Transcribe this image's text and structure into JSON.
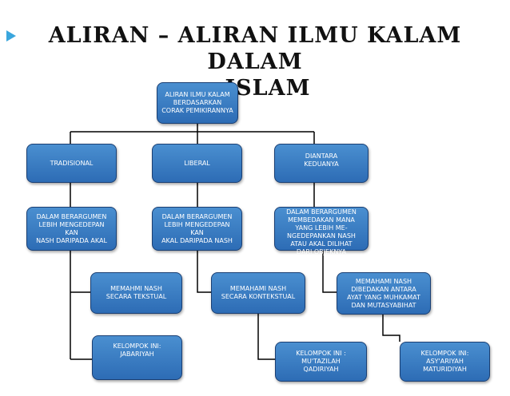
{
  "title": {
    "line1": "ALIRAN – ALIRAN ILMU KALAM DALAM",
    "line2": "ISLAM"
  },
  "colors": {
    "node_fill": "#3a7cc4",
    "node_border": "#1a3f73",
    "bullet": "#3aa6dd",
    "connector": "#000000"
  },
  "nodes": {
    "root": "ALIRAN ILMU KALAM\nBERDASARKAN\nCORAK PEMIKIRANNYA",
    "tradisional": "TRADISIONAL",
    "liberal": "LIBERAL",
    "diantara": "DIANTARA\nKEDUANYA",
    "argumen_tradisional": "DALAM BERARGUMEN\nLEBIH MENGEDEPAN\nKAN\nNASH DARIPADA AKAL",
    "argumen_liberal": "DALAM BERARGUMEN\nLEBIH MENGEDEPAN\nKAN\nAKAL DARIPADA NASH",
    "argumen_diantara": "DALAM BERARGUMEN\nMEMBEDAKAN MANA\nYANG LEBIH ME-\nNGEDEPANKAN NASH\nATAU AKAL DILIHAT\nDARI OBJEKNYA",
    "tekstual": "MEMAHMI NASH\nSECARA TEKSTUAL",
    "kontekstual": "MEMAHAMI NASH\nSECARA KONTEKSTUAL",
    "muhkamat": "MEMAHAMI NASH\nDIBEDAKAN ANTARA\nAYAT YANG MUHKAMAT\nDAN MUTASYABIHAT",
    "jabariyah": "KELOMPOK INI:\nJABARIYAH",
    "mutazilah": "KELOMPOK INI :\nMU'TAZILAH\nQADIRIYAH",
    "asyariyah": "KELOMPOK INI:\nASY'ARIYAH\nMATURIDIYAH"
  }
}
